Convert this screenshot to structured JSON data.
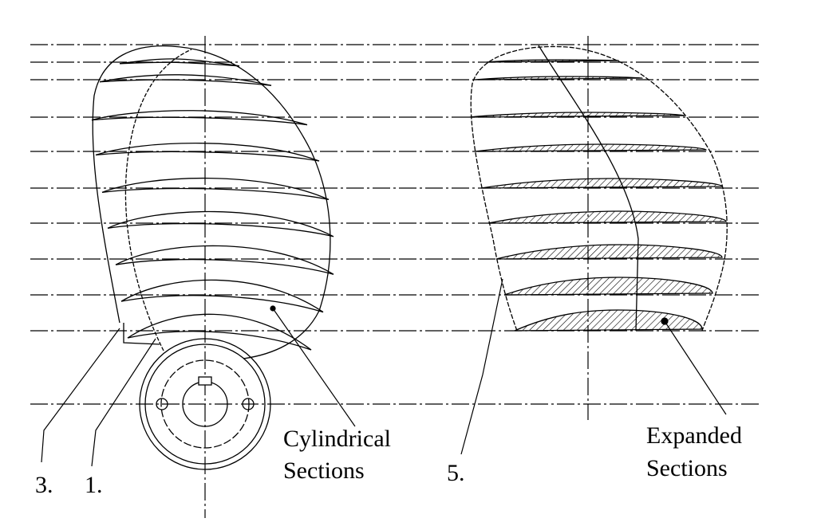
{
  "labels": {
    "cylindrical_line1": "Cylindrical",
    "cylindrical_line2": "Sections",
    "expanded_line1": "Expanded",
    "expanded_line2": "Sections",
    "ref_3": "3.",
    "ref_1": "1.",
    "ref_5": "5."
  },
  "colors": {
    "ink": "#000000",
    "background": "#ffffff"
  }
}
